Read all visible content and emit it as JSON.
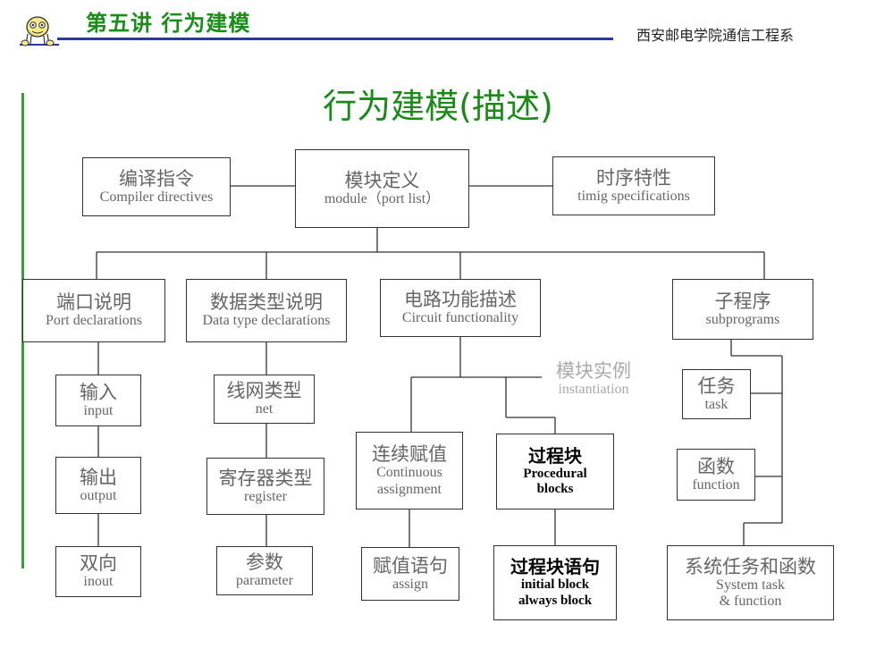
{
  "header": {
    "title": "第五讲 行为建模",
    "org": "西安邮电学院通信工程系"
  },
  "slide_title": "行为建模(描述)",
  "boxes": {
    "compiler": {
      "zh": "编译指令",
      "en": "Compiler directives"
    },
    "module": {
      "zh": "模块定义",
      "en": "module（port list）"
    },
    "timing": {
      "zh": "时序特性",
      "en": "timig specifications"
    },
    "port_decl": {
      "zh": "端口说明",
      "en": "Port declarations"
    },
    "data_type": {
      "zh": "数据类型说明",
      "en": "Data type declarations"
    },
    "circuit": {
      "zh": "电路功能描述",
      "en": "Circuit functionality"
    },
    "subprograms": {
      "zh": "子程序",
      "en": "subprograms"
    },
    "input": {
      "zh": "输入",
      "en": "input"
    },
    "output": {
      "zh": "输出",
      "en": "output"
    },
    "inout": {
      "zh": "双向",
      "en": "inout"
    },
    "net": {
      "zh": "线网类型",
      "en": "net"
    },
    "register": {
      "zh": "寄存器类型",
      "en": "register"
    },
    "parameter": {
      "zh": "参数",
      "en": "parameter"
    },
    "instantiation": {
      "zh": "模块实例",
      "en": "instantiation"
    },
    "continuous": {
      "zh": "连续赋值",
      "en1": "Continuous",
      "en2": "assignment"
    },
    "procedural": {
      "zh": "过程块",
      "en1": "Procedural",
      "en2": "blocks"
    },
    "assign": {
      "zh": "赋值语句",
      "en": "assign"
    },
    "proc_stmt": {
      "zh": "过程块语句",
      "en1": "initial block",
      "en2": "always block"
    },
    "task": {
      "zh": "任务",
      "en": "task"
    },
    "function": {
      "zh": "函数",
      "en": "function"
    },
    "system": {
      "zh": "系统任务和函数",
      "en1": "System task",
      "en2": "& function"
    }
  },
  "colors": {
    "header_title": "#1a8c1a",
    "slide_title": "#1b8a1b",
    "header_rule": "#2a3a9a",
    "side_bar": "#3c9a3c"
  }
}
